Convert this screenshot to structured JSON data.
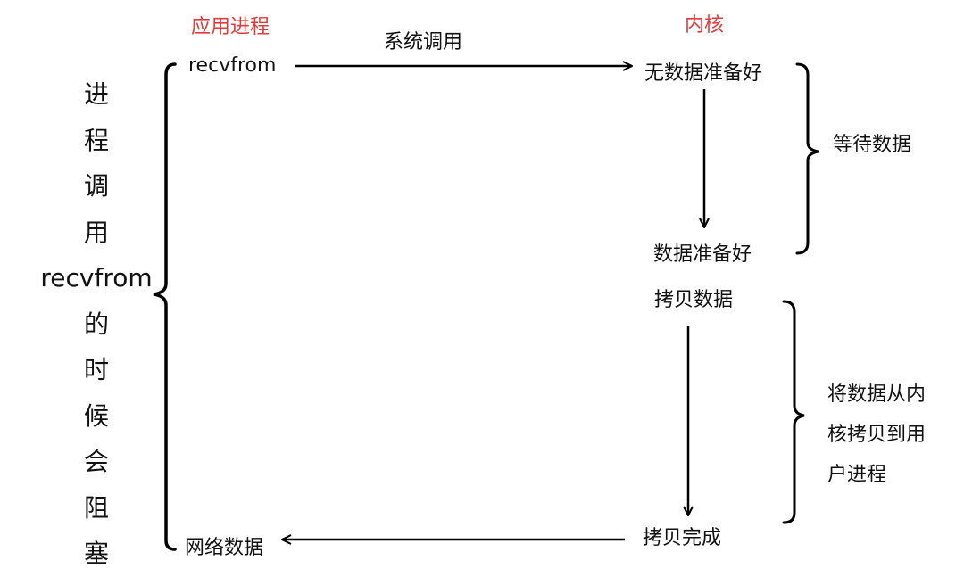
{
  "labels": {
    "app_process": "应用进程",
    "kernel": "内核",
    "syscall": "系统调用",
    "recvfrom": "recvfrom",
    "no_data_ready": "无数据准备好",
    "data_ready": "数据准备好",
    "copy_data": "拷贝数据",
    "copy_done": "拷贝完成",
    "network_data": "网络数据",
    "wait_data": "等待数据"
  },
  "left_caption": [
    "进",
    "程",
    "调",
    "用",
    "recvfrom",
    "的",
    "时",
    "候",
    "会",
    "阻",
    "塞"
  ],
  "copy_note": [
    "将数据从内",
    "核拷贝到用",
    "户进程"
  ],
  "colors": {
    "header": "#e23b3b",
    "text": "#111111",
    "line": "#000000"
  }
}
